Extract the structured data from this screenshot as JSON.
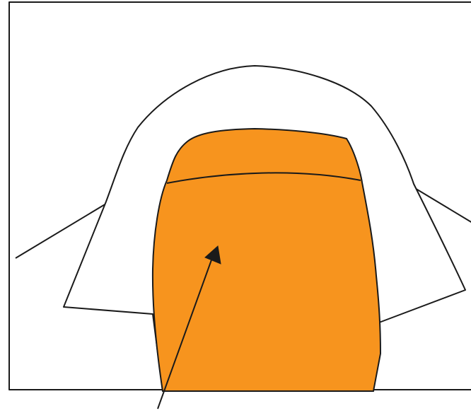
{
  "diagram": {
    "colors": {
      "background": "#ffffff",
      "outline": "#1a1a1a",
      "highlight_fill": "#f7941e",
      "hood_fill": "#ffffff"
    },
    "parts": [
      {
        "name": "frame",
        "filled": false
      },
      {
        "name": "left-shoulder-line",
        "filled": false
      },
      {
        "name": "right-shoulder-line",
        "filled": false
      },
      {
        "name": "hood-outer",
        "filled": true
      },
      {
        "name": "highlighted-region",
        "filled": true,
        "highlighted": true
      },
      {
        "name": "highlighted-region-upper-divider",
        "filled": false
      },
      {
        "name": "pointer-arrow",
        "filled": false
      }
    ]
  }
}
